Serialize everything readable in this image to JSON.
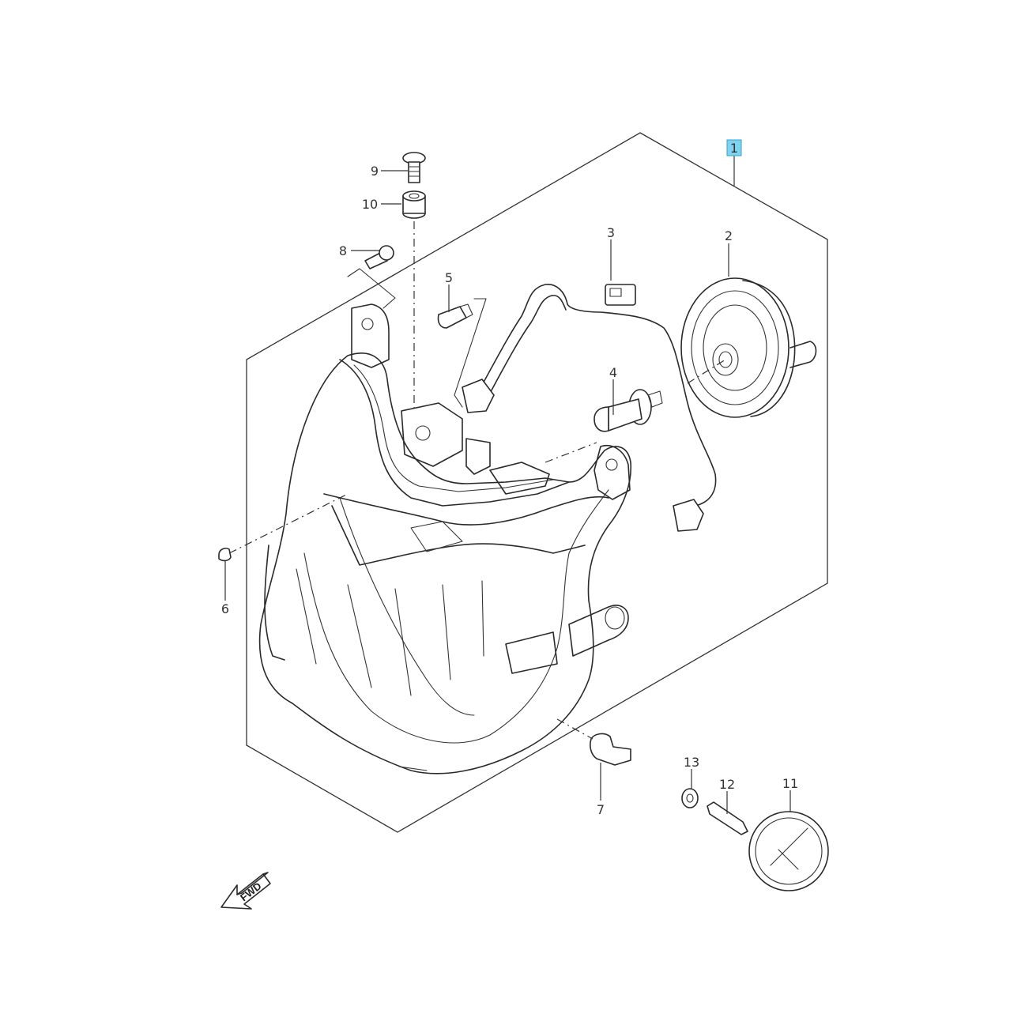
{
  "diagram": {
    "type": "exploded-parts-diagram",
    "fwd_label": "FWD",
    "callouts": [
      {
        "id": "1",
        "label": "1",
        "highlighted": true
      },
      {
        "id": "2",
        "label": "2",
        "highlighted": false
      },
      {
        "id": "3",
        "label": "3",
        "highlighted": false
      },
      {
        "id": "4",
        "label": "4",
        "highlighted": false
      },
      {
        "id": "5",
        "label": "5",
        "highlighted": false
      },
      {
        "id": "6",
        "label": "6",
        "highlighted": false
      },
      {
        "id": "7",
        "label": "7",
        "highlighted": false
      },
      {
        "id": "8",
        "label": "8",
        "highlighted": false
      },
      {
        "id": "9",
        "label": "9",
        "highlighted": false
      },
      {
        "id": "10",
        "label": "10",
        "highlighted": false
      },
      {
        "id": "11",
        "label": "11",
        "highlighted": false
      },
      {
        "id": "12",
        "label": "12",
        "highlighted": false
      },
      {
        "id": "13",
        "label": "13",
        "highlighted": false
      }
    ],
    "colors": {
      "line": "#2a2a2a",
      "highlight_fill": "#7fd3ef",
      "highlight_border": "#3aa0c8",
      "background": "#ffffff"
    }
  }
}
